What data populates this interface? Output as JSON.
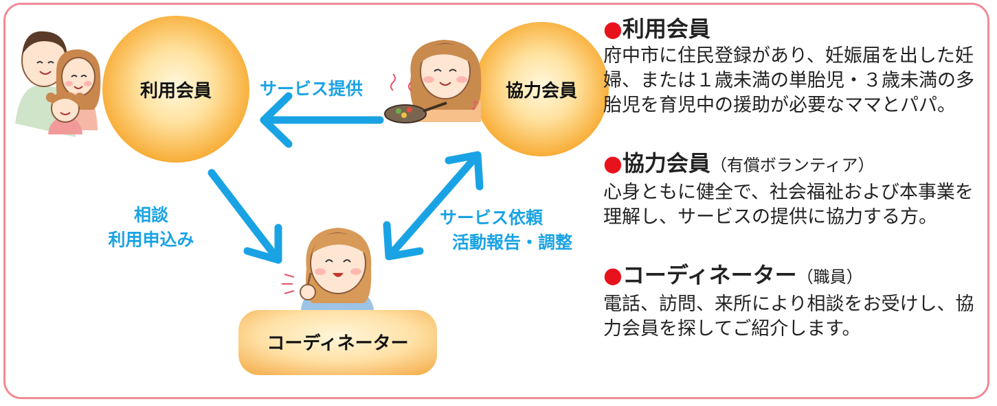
{
  "nodes": {
    "user_member": "利用会員",
    "helper_member": "協力会員",
    "coordinator": "コーディネーター"
  },
  "edges": {
    "service_provide": "サービス提供",
    "consult_line1": "相談",
    "consult_line2": "利用申込み",
    "request_line1": "サービス依頼",
    "request_line2": "活動報告・調整"
  },
  "descriptions": [
    {
      "marker": "●",
      "title": "利用会員",
      "paren": "",
      "text": "府中市に住民登録があり、妊娠届を出した妊婦、または１歳未満の単胎児・３歳未満の多胎児を育児中の援助が必要なママとパパ。"
    },
    {
      "marker": "●",
      "title": "協力会員",
      "paren": "（有償ボランティア）",
      "text": "心身ともに健全で、社会福祉および本事業を理解し、サービスの提供に協力する方。"
    },
    {
      "marker": "●",
      "title": "コーディネーター",
      "paren": "（職員）",
      "text": "電話、訪問、来所により相談をお受けし、協力会員を探してご紹介します。"
    }
  ],
  "colors": {
    "frame": "#f08a95",
    "arrow": "#1aa3e4",
    "circle_center": "#fff4d0",
    "circle_edge": "#f6a92e",
    "marker": "#e8121d"
  }
}
